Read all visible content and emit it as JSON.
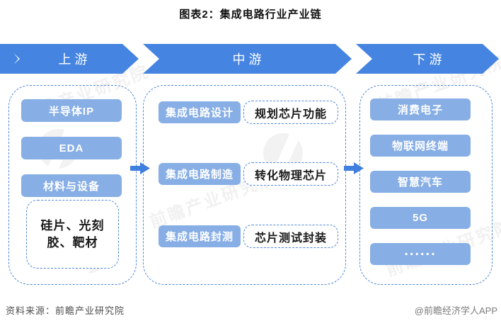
{
  "title": "图表2：集成电路行业产业链",
  "stages": [
    {
      "label": "上游"
    },
    {
      "label": "中游"
    },
    {
      "label": "下游"
    }
  ],
  "upstream": {
    "boxes": [
      "半导体IP",
      "EDA",
      "材料与设备"
    ],
    "detail_box": "硅片、光刻\n胶、靶材"
  },
  "midstream": {
    "rows": [
      {
        "label": "集成电路设计",
        "desc": "规划芯片功能"
      },
      {
        "label": "集成电路制造",
        "desc": "转化物理芯片"
      },
      {
        "label": "集成电路封测",
        "desc": "芯片测试封装"
      }
    ]
  },
  "downstream": {
    "boxes": [
      "消费电子",
      "物联网终端",
      "智慧汽车",
      "5G",
      "......"
    ]
  },
  "footer": {
    "source": "资料来源：前瞻产业研究院",
    "credit": "@前瞻经济学人APP"
  },
  "watermark": {
    "text": "前瞻产业研究院"
  },
  "colors": {
    "stage_blue": "#4584e0",
    "box_blue": "#87aee5",
    "dash_border_blue": "#4f87dd",
    "text_black": "#1a1a1a",
    "footer_gray": "#4d4d4d",
    "credit_gray": "#7d7d7d"
  }
}
